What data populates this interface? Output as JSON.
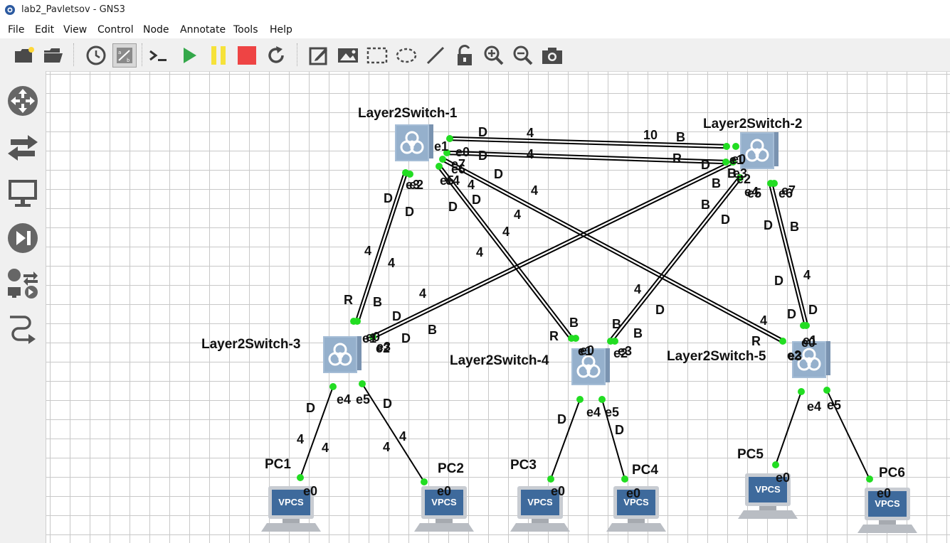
{
  "window": {
    "title": "lab2_Pavletsov - GNS3"
  },
  "menu": [
    "File",
    "Edit",
    "View",
    "Control",
    "Node",
    "Annotate",
    "Tools",
    "Help"
  ],
  "toolbar_icons": [
    "new-project-icon",
    "open-project-icon",
    "snapshot-icon",
    "show-interface-labels-icon",
    "console-all-icon",
    "start-all-icon",
    "suspend-all-icon",
    "stop-all-icon",
    "reload-all-icon",
    "add-note-icon",
    "insert-image-icon",
    "draw-rectangle-icon",
    "draw-ellipse-icon",
    "draw-line-icon",
    "lock-icon",
    "zoom-in-icon",
    "zoom-out-icon",
    "screenshot-icon"
  ],
  "dock_icons": [
    "routers-icon",
    "switches-icon",
    "end-devices-icon",
    "security-devices-icon",
    "all-devices-icon",
    "add-link-icon"
  ],
  "colors": {
    "link": "#000000",
    "port_dot": "#22dd22",
    "switch_body": "#8aa4c0",
    "vpcs_screen": "#3e6a9c"
  },
  "nodes": {
    "sw1": {
      "label": "Layer2Switch-1"
    },
    "sw2": {
      "label": "Layer2Switch-2"
    },
    "sw3": {
      "label": "Layer2Switch-3"
    },
    "sw4": {
      "label": "Layer2Switch-4"
    },
    "sw5": {
      "label": "Layer2Switch-5"
    },
    "pc1": {
      "label": "PC1",
      "port": "e0"
    },
    "pc2": {
      "label": "PC2",
      "port": "e0"
    },
    "pc3": {
      "label": "PC3",
      "port": "e0"
    },
    "pc4": {
      "label": "PC4",
      "port": "e0"
    },
    "pc5": {
      "label": "PC5",
      "port": "e0"
    },
    "pc6": {
      "label": "PC6",
      "port": "e0"
    }
  },
  "vpcs_badge": "VPCS",
  "port_labels": [
    "e1",
    "e0",
    "e7",
    "e6",
    "e3",
    "e2",
    "e5",
    "e4",
    "e1",
    "e0",
    "e3",
    "e2",
    "e4",
    "e5",
    "e6",
    "e7",
    "e1",
    "e0",
    "e3",
    "e2",
    "e4",
    "e5",
    "e0",
    "e1",
    "e2",
    "e3",
    "e4",
    "e5",
    "e2",
    "e3",
    "e0",
    "e1",
    "e4",
    "e5"
  ],
  "link_labels": [
    "D",
    "4",
    "10",
    "B",
    "D",
    "4",
    "R",
    "D",
    "D",
    "4",
    "B",
    "B",
    "D",
    "D",
    "4",
    "D",
    "D",
    "4",
    "B",
    "D",
    "4",
    "4",
    "D",
    "B",
    "4",
    "4",
    "R",
    "B",
    "4",
    "D",
    "D",
    "4",
    "B",
    "B",
    "R",
    "B",
    "4",
    "4",
    "B",
    "D",
    "D",
    "R",
    "D",
    "D",
    "4",
    "4",
    "4",
    "4",
    "D",
    "D",
    "D",
    "D"
  ]
}
